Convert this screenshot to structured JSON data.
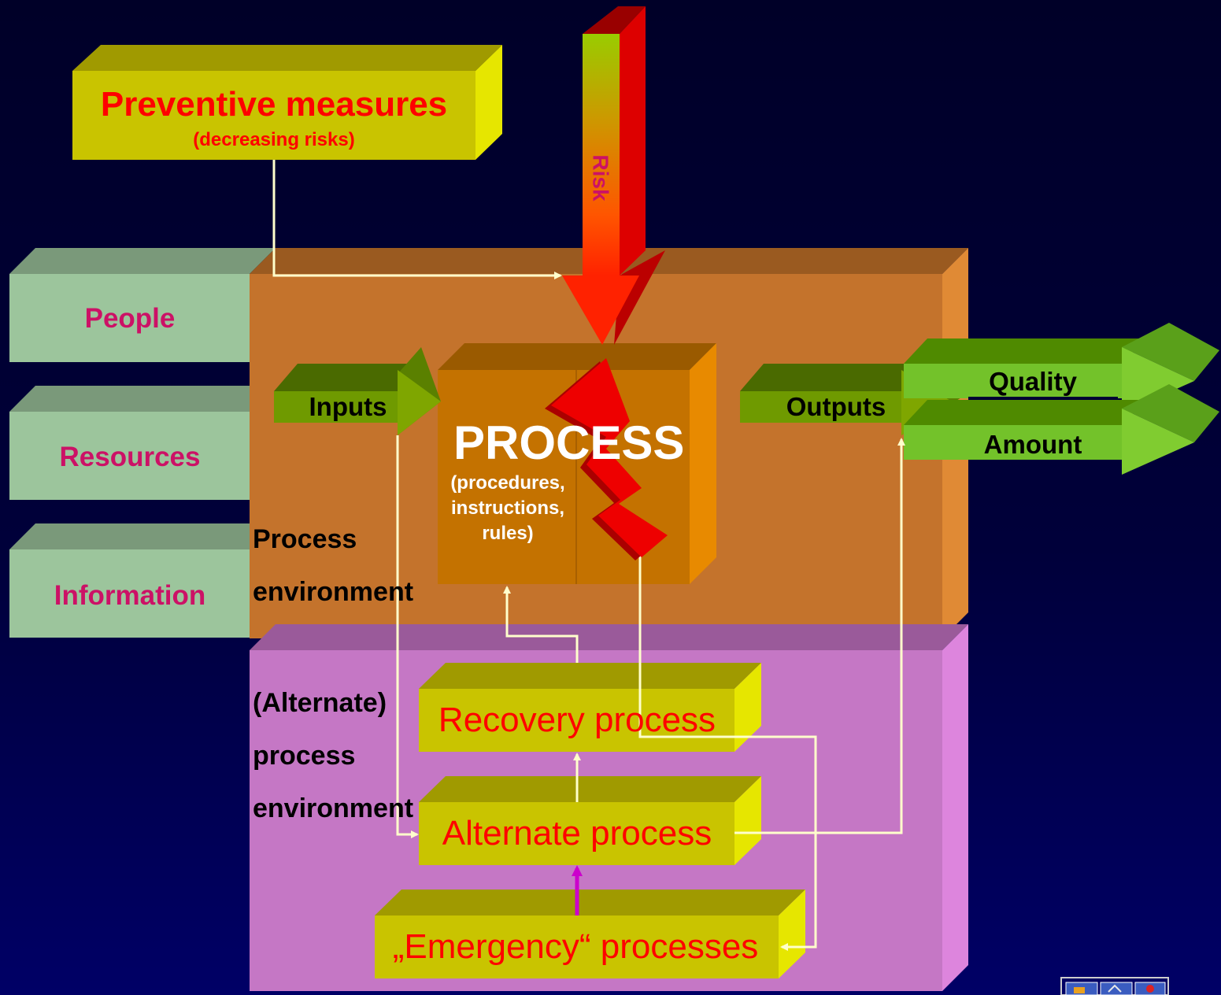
{
  "diagram": {
    "preventive": {
      "title": "Preventive measures",
      "subtitle": "(decreasing risks)"
    },
    "risk": "Risk",
    "side_labels": [
      "People",
      "Resources",
      "Information"
    ],
    "process_environment": [
      "Process",
      "environment"
    ],
    "alternate_environment": [
      "(Alternate)",
      "process",
      "environment"
    ],
    "inputs": "Inputs",
    "outputs": "Outputs",
    "process": {
      "title": "PROCESS",
      "details": [
        "(procedures,",
        "instructions,",
        "rules)"
      ]
    },
    "results": [
      "Quality",
      "Amount"
    ],
    "recovery": "Recovery process",
    "alternate": "Alternate process",
    "emergency": "„Emergency“ processes"
  },
  "colors": {
    "background": "#000033",
    "process_environment": "#c4732c",
    "alternate_environment": "#c577c5",
    "side_boxes": "#9cc59c",
    "yellow_boxes": "#c9c400",
    "green_arrows": "#6f9a00",
    "risk_arrow": "#ff2200",
    "label_pink": "#cc1166",
    "label_red": "#ff0000"
  }
}
